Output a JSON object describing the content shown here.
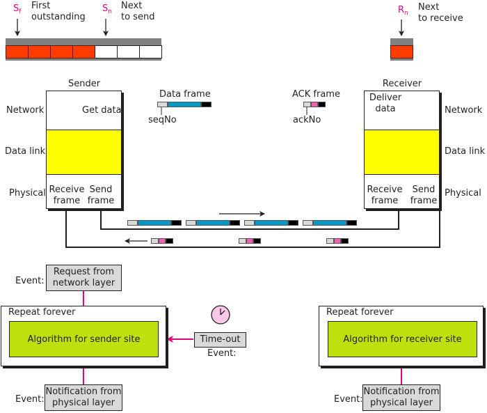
{
  "colors": {
    "outstanding_slot": "#ff3c00",
    "empty_slot": "#ffffff",
    "window_bar": "#808080",
    "data_link_layer": "#ffff00",
    "frame_header": "#d9d9d9",
    "data_payload": "#0099c6",
    "ack_payload": "#f25fb0",
    "frame_trailer": "#000000",
    "algorithm_box": "#c0e00d",
    "event_box": "#d9d9d9",
    "event_arrow": "#e6007e",
    "pointer_label": "#e6007e",
    "clock_face": "#f9c7e7"
  },
  "sender_window": {
    "sf": {
      "symbol": "S",
      "subscript": "f",
      "desc_line1": "First",
      "desc_line2": "outstanding"
    },
    "sn": {
      "symbol": "S",
      "subscript": "n",
      "desc_line1": "Next",
      "desc_line2": "to send"
    },
    "slots": [
      "outstanding",
      "outstanding",
      "outstanding",
      "outstanding",
      "empty",
      "empty",
      "empty"
    ]
  },
  "receiver_window": {
    "rn": {
      "symbol": "R",
      "subscript": "n",
      "desc_line1": "Next",
      "desc_line2": "to receive"
    },
    "slots": [
      "expected"
    ]
  },
  "sender": {
    "title": "Sender",
    "layers": [
      "Network",
      "Data link",
      "Physical"
    ],
    "get_data": "Get data",
    "receive_frame_1": "Receive",
    "receive_frame_2": "frame",
    "send_frame_1": "Send",
    "send_frame_2": "frame"
  },
  "receiver": {
    "title": "Receiver",
    "layers": [
      "Network",
      "Data link",
      "Physical"
    ],
    "deliver_data_1": "Deliver",
    "deliver_data_2": "data",
    "receive_frame_1": "Receive",
    "receive_frame_2": "frame",
    "send_frame_1": "Send",
    "send_frame_2": "frame"
  },
  "legend": {
    "data_frame": "Data frame",
    "seq_no": "seqNo",
    "ack_frame": "ACK frame",
    "ack_no": "ackNo"
  },
  "channel": {
    "data_frames_count": 4,
    "ack_frames_count": 3
  },
  "sender_algorithm": {
    "repeat": "Repeat forever",
    "title": "Algorithm for sender site",
    "event_label": "Event:",
    "request_1": "Request from",
    "request_2": "network layer",
    "timeout": "Time-out",
    "notification_1": "Notification from",
    "notification_2": "physical layer"
  },
  "receiver_algorithm": {
    "repeat": "Repeat forever",
    "title": "Algorithm for receiver site",
    "event_label": "Event:",
    "notification_1": "Notification from",
    "notification_2": "physical layer"
  }
}
